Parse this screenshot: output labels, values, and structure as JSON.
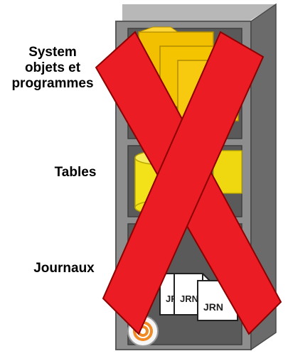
{
  "labels": {
    "system": "System\nobjets et\nprogrammes",
    "tables": "Tables",
    "journaux": "Journaux"
  },
  "journal_doc_label": "JRN",
  "colors": {
    "cabinet_front": "#8f8f8f",
    "cabinet_side": "#6d6d6d",
    "cabinet_top": "#b5b5b5",
    "folder": "#f5c400",
    "cylinder": "#f3e11a",
    "cross": "#ec1c24",
    "cross_outline": "#8b0000",
    "logo": "#f08a24"
  }
}
